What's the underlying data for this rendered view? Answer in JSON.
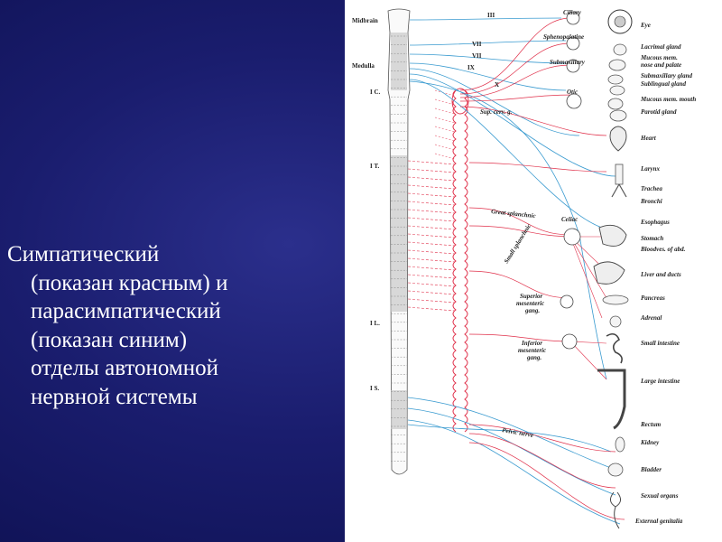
{
  "caption": {
    "lines": [
      "Симпатический",
      "(показан красным) и",
      "парасимпатический",
      "(показан синим)",
      "отделы автономной",
      "нервной системы"
    ]
  },
  "colors": {
    "background": "#1a1d6e",
    "text": "#ffffff",
    "sympathetic": "#e0304a",
    "parasympathetic": "#3a9bd0"
  },
  "diagram": {
    "cord_labels": {
      "midbrain": "Midbrain",
      "medulla": "Medulla",
      "c1": "I C.",
      "t1": "I T.",
      "l1": "I L.",
      "s1": "I S."
    },
    "nerve_labels": {
      "iii": "III",
      "vii_top": "VII",
      "vii": "VII",
      "ix": "IX",
      "x": "X"
    },
    "ganglion_labels": {
      "ciliary": "Ciliary",
      "sphenopalatine": "Sphenopalatine",
      "submaxillary": "Submaxillary",
      "otic": "Otic",
      "sup_cerv": "Sup. cerv. g.",
      "great_splanchnic": "Great splanchnic",
      "small_splanchnic": "Small splanchnic",
      "celiac": "Celiac",
      "superior_mesenteric": "Superior",
      "superior_mesenteric_2": "mesenteric",
      "superior_mesenteric_3": "gang.",
      "inferior_mesenteric": "Inferior",
      "inferior_mesenteric_2": "mesenteric",
      "inferior_mesenteric_3": "gang.",
      "pelvic": "Pelvic nerve"
    },
    "organ_labels": {
      "eye": "Eye",
      "lacrimal": "Lacrimal gland",
      "mucous_nose": "Mucous mem.",
      "mucous_nose_2": "nose and palate",
      "submaxillary_gland": "Submaxillary gland",
      "sublingual": "Sublingual gland",
      "mucous_mouth": "Mucous mem. mouth",
      "parotid": "Parotid gland",
      "heart": "Heart",
      "larynx": "Larynx",
      "trachea": "Trachea",
      "bronchi": "Bronchi",
      "esophagus": "Esophagus",
      "stomach": "Stomach",
      "bloodves": "Bloodves. of abd.",
      "liver": "Liver and ducts",
      "pancreas": "Pancreas",
      "adrenal": "Adrenal",
      "small_intestine": "Small intestine",
      "large_intestine": "Large intestine",
      "rectum": "Rectum",
      "kidney": "Kidney",
      "bladder": "Bladder",
      "sexual": "Sexual organs",
      "external": "External genitalia"
    }
  }
}
